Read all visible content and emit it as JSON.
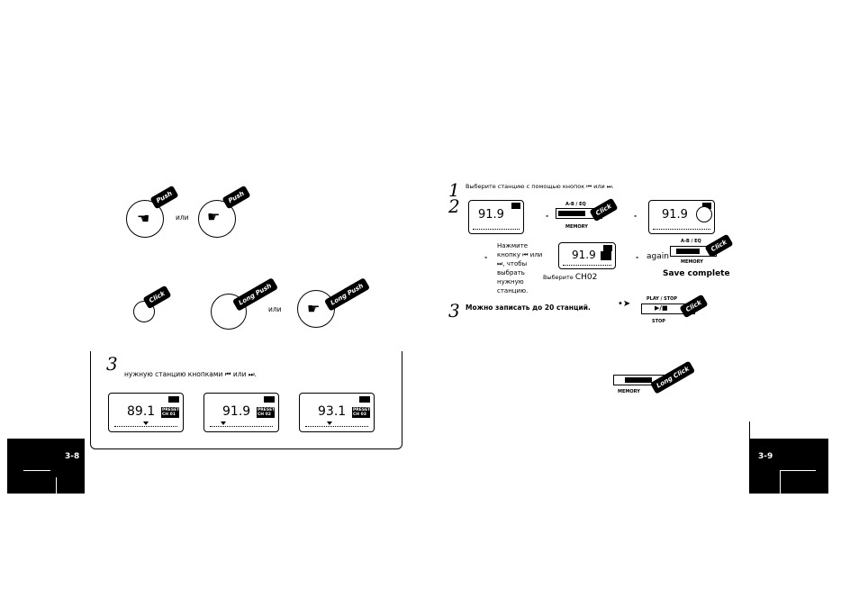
{
  "left_page": {
    "page_number": "3-8",
    "ili_1": "или",
    "ili_2": "или",
    "push_labels": [
      "Push",
      "Push"
    ],
    "click_label": "Click",
    "long_push_labels": [
      "Long Push",
      "Long Push"
    ],
    "step3_number": "3",
    "step3_text": "нужную станцию кнопками ⏮ или ⏭.",
    "lcds": [
      {
        "freq": "89.1",
        "badge": "PRESET CH 01"
      },
      {
        "freq": "91.9",
        "badge": "PRESET CH 02"
      },
      {
        "freq": "93.1",
        "badge": "PRESET CH 03"
      }
    ]
  },
  "right_page": {
    "page_number": "3-9",
    "step1_number": "1",
    "step1_text": "Выберите станцию с помощью кнопок ⏮ или ⏭.",
    "step2_number": "2",
    "freq": "91.9",
    "ab_eq_label": "A-B / EQ",
    "memory_label": "MEMORY",
    "click_labels": [
      "Click",
      "Click",
      "Click"
    ],
    "press_text": "Нажмите кнопку ⏮ или ⏭, чтобы выбрать нужную станцию.",
    "select_text": "Выберите",
    "ch_text": "CH02",
    "again_text": "again",
    "save_complete": "Save complete",
    "step3_number": "3",
    "step3_text": "Можно записать до 20 станций.",
    "play_stop_label": "PLAY / STOP",
    "play_symbol": "▶/■",
    "stop_label": "STOP",
    "long_click_label": "Long Click",
    "memory_label_2": "MEMORY"
  }
}
